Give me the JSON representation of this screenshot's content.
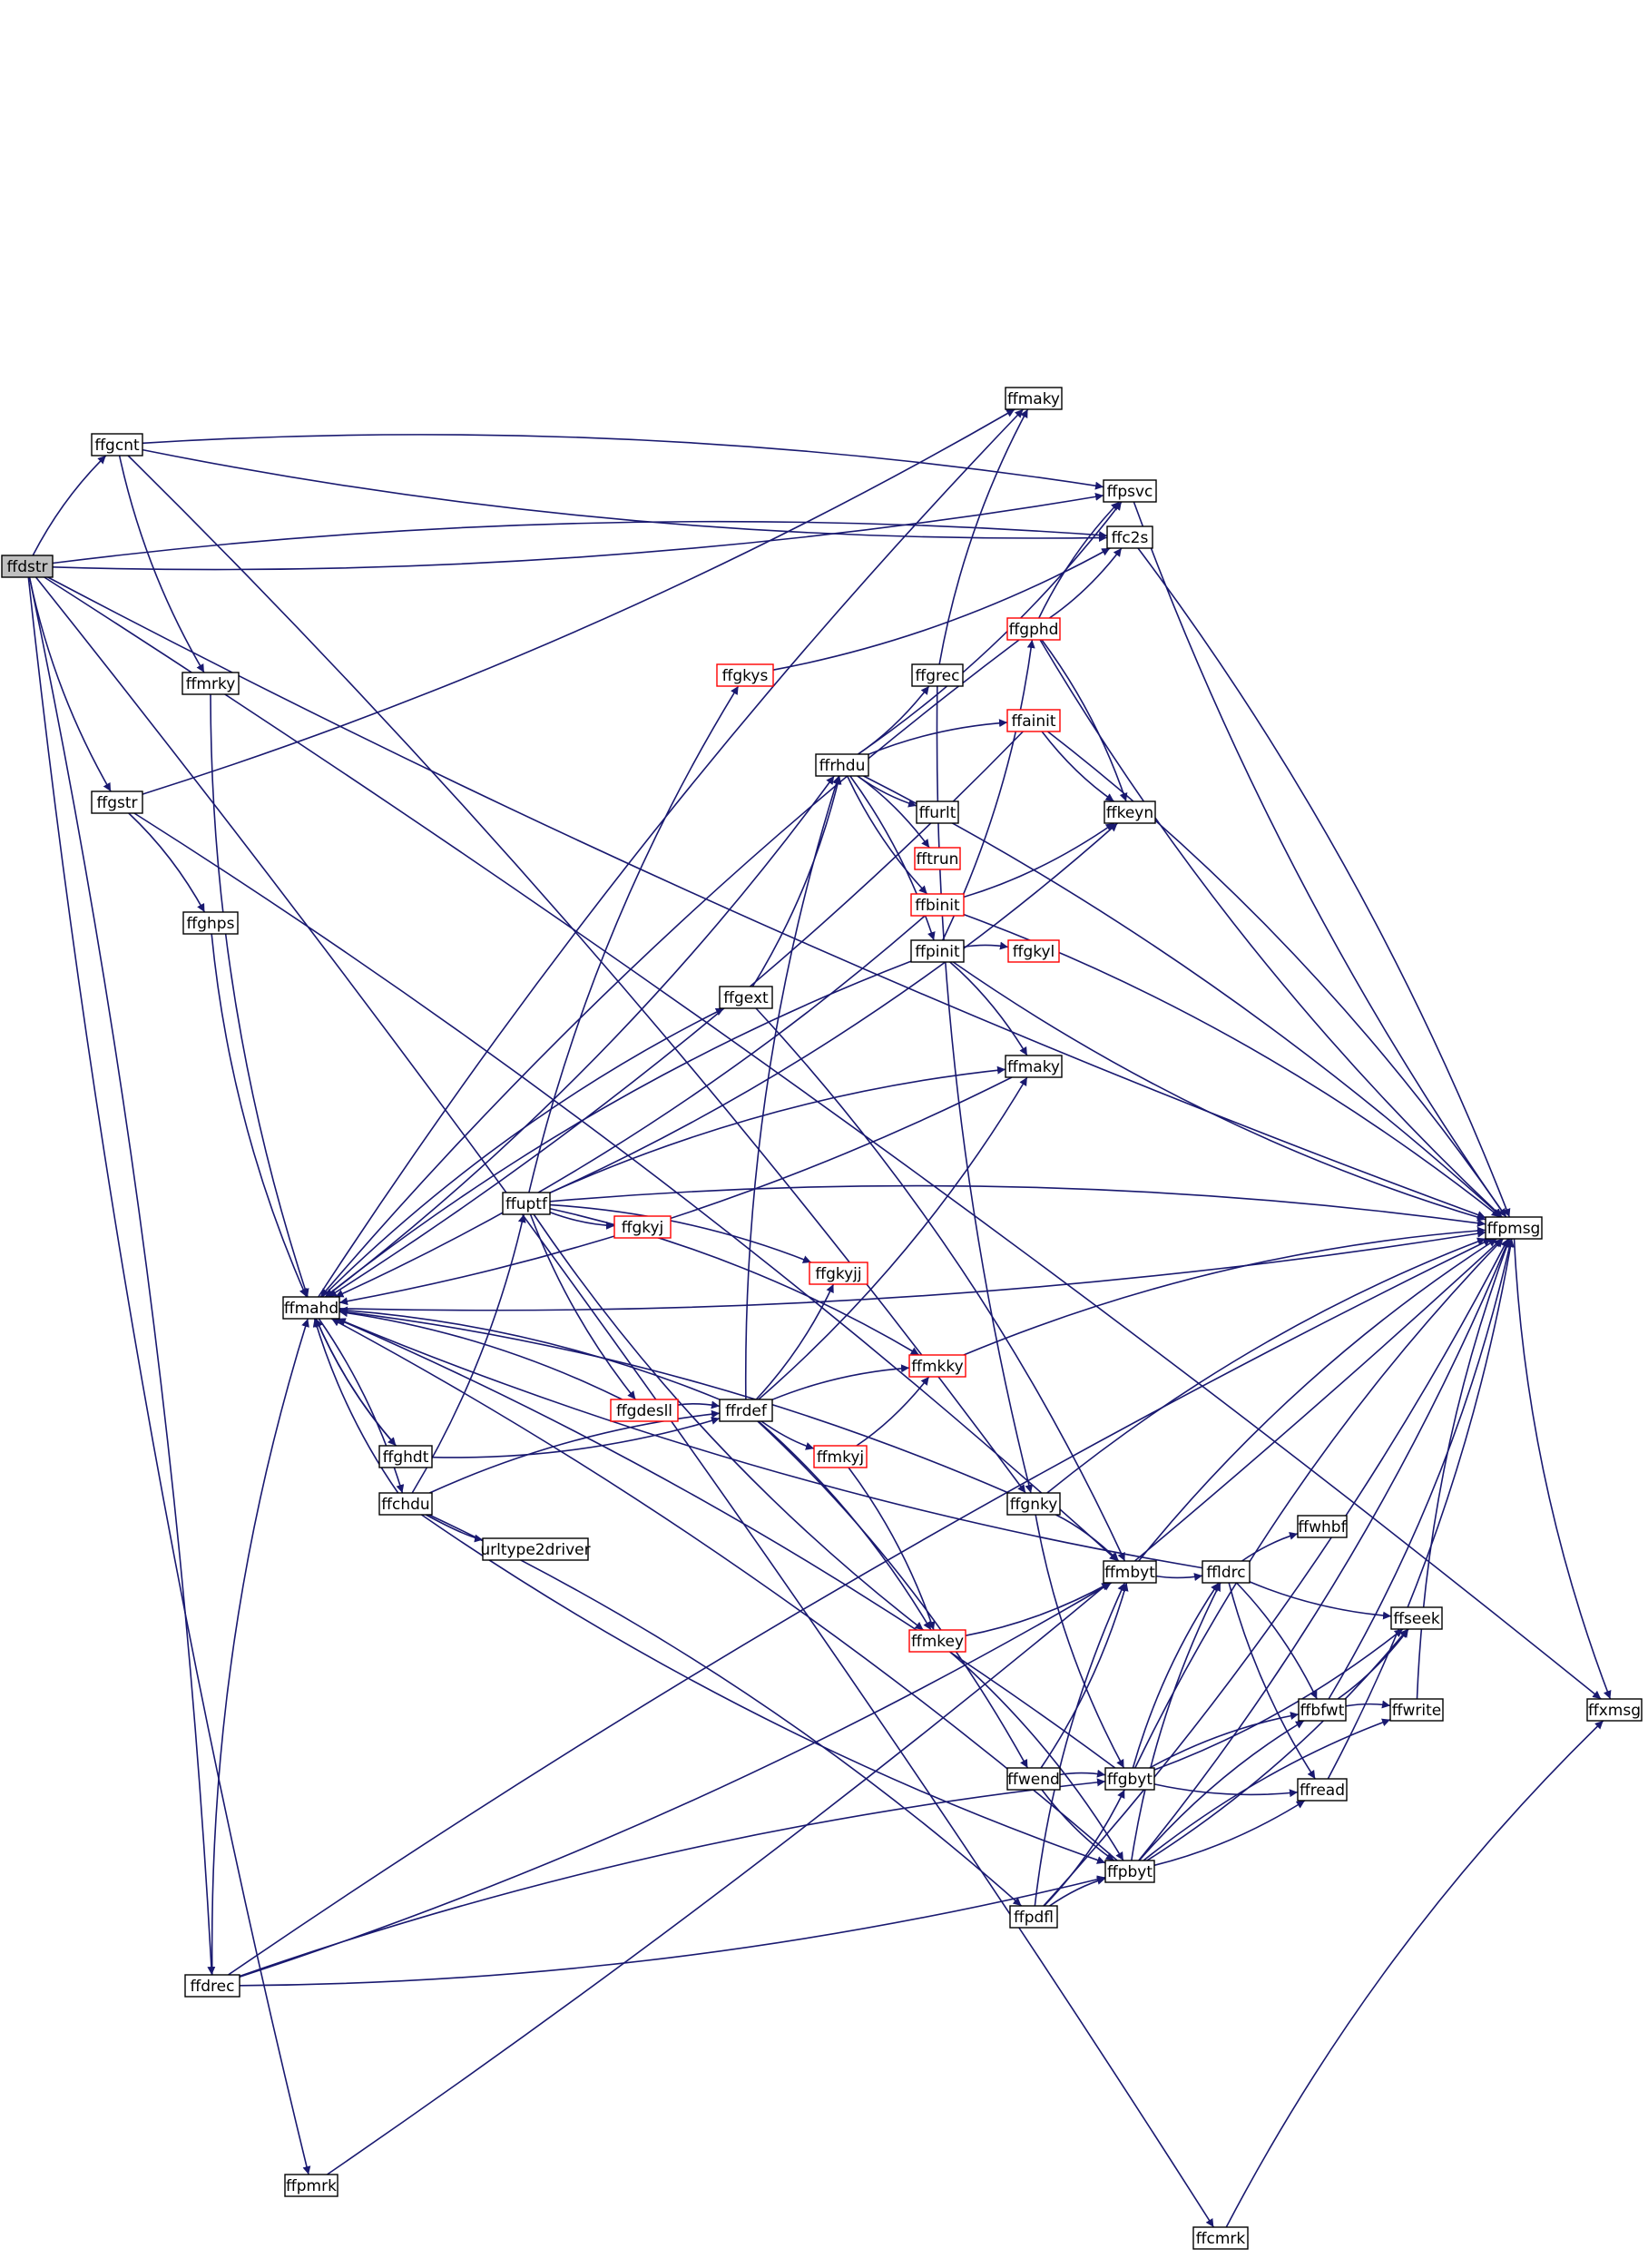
{
  "diagram": {
    "root": "ffdstr",
    "colors": {
      "edge": "#191970",
      "node_border_default": "#000000",
      "node_border_truncated": "#ff0000",
      "root_fill": "#bfbfbf",
      "node_fill": "#ffffff"
    },
    "nodes": [
      {
        "id": "ffdstr",
        "label": "ffdstr",
        "style": "root"
      },
      {
        "id": "ffgcnt",
        "label": "ffgcnt",
        "style": "normal"
      },
      {
        "id": "ffmrky",
        "label": "ffmrky",
        "style": "normal"
      },
      {
        "id": "ffgstr",
        "label": "ffgstr",
        "style": "normal"
      },
      {
        "id": "ffghps",
        "label": "ffghps",
        "style": "normal"
      },
      {
        "id": "ffmahd",
        "label": "ffmahd",
        "style": "normal"
      },
      {
        "id": "ffghdt",
        "label": "ffghdt",
        "style": "normal"
      },
      {
        "id": "ffchdu",
        "label": "ffchdu",
        "style": "normal"
      },
      {
        "id": "urltype2driver",
        "label": "urltype2driver",
        "style": "normal"
      },
      {
        "id": "ffdrec",
        "label": "ffdrec",
        "style": "normal"
      },
      {
        "id": "ffpmrk",
        "label": "ffpmrk",
        "style": "normal"
      },
      {
        "id": "ffcmrk",
        "label": "ffcmrk",
        "style": "normal"
      },
      {
        "id": "ffuptf",
        "label": "ffuptf",
        "style": "normal"
      },
      {
        "id": "ffgkyj",
        "label": "ffgkyj",
        "style": "truncated"
      },
      {
        "id": "ffgdesll",
        "label": "ffgdesll",
        "style": "truncated"
      },
      {
        "id": "ffrdef",
        "label": "ffrdef",
        "style": "normal"
      },
      {
        "id": "ffgext",
        "label": "ffgext",
        "style": "normal"
      },
      {
        "id": "ffrhdu",
        "label": "ffrhdu",
        "style": "normal"
      },
      {
        "id": "ffgkys",
        "label": "ffgkys",
        "style": "truncated"
      },
      {
        "id": "ffgrec",
        "label": "ffgrec",
        "style": "normal"
      },
      {
        "id": "ffurlt",
        "label": "ffurlt",
        "style": "normal"
      },
      {
        "id": "fftrun",
        "label": "fftrun",
        "style": "truncated"
      },
      {
        "id": "ffbinit",
        "label": "ffbinit",
        "style": "truncated"
      },
      {
        "id": "ffpinit",
        "label": "ffpinit",
        "style": "normal"
      },
      {
        "id": "ffgkyl",
        "label": "ffgkyl",
        "style": "truncated"
      },
      {
        "id": "ffgkyjj",
        "label": "ffgkyjj",
        "style": "truncated"
      },
      {
        "id": "ffmkky",
        "label": "ffmkky",
        "style": "truncated"
      },
      {
        "id": "ffmkyj",
        "label": "ffmkyj",
        "style": "truncated"
      },
      {
        "id": "ffmkey",
        "label": "ffmkey",
        "style": "truncated"
      },
      {
        "id": "ffgnky",
        "label": "ffgnky",
        "style": "normal"
      },
      {
        "id": "ffwend",
        "label": "ffwend",
        "style": "normal"
      },
      {
        "id": "ffpdfl",
        "label": "ffpdfl",
        "style": "normal"
      },
      {
        "id": "ffmaky_top",
        "label": "ffmaky",
        "style": "normal"
      },
      {
        "id": "ffmaky_mid",
        "label": "ffmaky",
        "style": "normal"
      },
      {
        "id": "ffgphd",
        "label": "ffgphd",
        "style": "truncated"
      },
      {
        "id": "ffainit",
        "label": "ffainit",
        "style": "truncated"
      },
      {
        "id": "ffpsvc",
        "label": "ffpsvc",
        "style": "normal"
      },
      {
        "id": "ffc2s",
        "label": "ffc2s",
        "style": "normal"
      },
      {
        "id": "ffkeyn",
        "label": "ffkeyn",
        "style": "normal"
      },
      {
        "id": "ffmbyt",
        "label": "ffmbyt",
        "style": "normal"
      },
      {
        "id": "ffgbyt",
        "label": "ffgbyt",
        "style": "normal"
      },
      {
        "id": "ffpbyt",
        "label": "ffpbyt",
        "style": "normal"
      },
      {
        "id": "ffldrc",
        "label": "ffldrc",
        "style": "normal"
      },
      {
        "id": "ffwhbf",
        "label": "ffwhbf",
        "style": "normal"
      },
      {
        "id": "ffseek",
        "label": "ffseek",
        "style": "normal"
      },
      {
        "id": "ffbfwt",
        "label": "ffbfwt",
        "style": "normal"
      },
      {
        "id": "ffwrite",
        "label": "ffwrite",
        "style": "normal"
      },
      {
        "id": "ffread",
        "label": "ffread",
        "style": "normal"
      },
      {
        "id": "ffpmsg",
        "label": "ffpmsg",
        "style": "normal"
      },
      {
        "id": "ffxmsg",
        "label": "ffxmsg",
        "style": "normal"
      }
    ],
    "edges": [
      [
        "ffdstr",
        "ffgcnt"
      ],
      [
        "ffdstr",
        "ffgstr"
      ],
      [
        "ffdstr",
        "ffdrec"
      ],
      [
        "ffdstr",
        "ffpmrk"
      ],
      [
        "ffdstr",
        "ffcmrk"
      ],
      [
        "ffdstr",
        "ffpsvc"
      ],
      [
        "ffdstr",
        "ffc2s"
      ],
      [
        "ffdstr",
        "ffpmsg"
      ],
      [
        "ffdstr",
        "ffxmsg"
      ],
      [
        "ffgcnt",
        "ffmrky"
      ],
      [
        "ffgcnt",
        "ffpsvc"
      ],
      [
        "ffgcnt",
        "ffc2s"
      ],
      [
        "ffgcnt",
        "ffgnky"
      ],
      [
        "ffmrky",
        "ffmahd"
      ],
      [
        "ffgstr",
        "ffghps"
      ],
      [
        "ffgstr",
        "ffmaky_top"
      ],
      [
        "ffgstr",
        "ffmbyt"
      ],
      [
        "ffghps",
        "ffmahd"
      ],
      [
        "ffmahd",
        "ffmaky_top"
      ],
      [
        "ffmahd",
        "ffrhdu"
      ],
      [
        "ffmahd",
        "ffgext"
      ],
      [
        "ffmahd",
        "ffghdt"
      ],
      [
        "ffmahd",
        "ffchdu"
      ],
      [
        "ffmahd",
        "ffpmsg"
      ],
      [
        "ffghdt",
        "ffmahd"
      ],
      [
        "ffghdt",
        "ffrdef"
      ],
      [
        "ffchdu",
        "ffmahd"
      ],
      [
        "ffchdu",
        "ffuptf"
      ],
      [
        "ffchdu",
        "ffrdef"
      ],
      [
        "ffchdu",
        "urltype2driver"
      ],
      [
        "ffchdu",
        "ffpdfl"
      ],
      [
        "ffchdu",
        "ffpbyt"
      ],
      [
        "ffuptf",
        "ffgkys"
      ],
      [
        "ffuptf",
        "ffgkyj"
      ],
      [
        "ffuptf",
        "ffgkyjj"
      ],
      [
        "ffuptf",
        "ffgdesll"
      ],
      [
        "ffuptf",
        "ffmkky"
      ],
      [
        "ffuptf",
        "ffmkey"
      ],
      [
        "ffuptf",
        "ffmaky_mid"
      ],
      [
        "ffuptf",
        "ffkeyn"
      ],
      [
        "ffuptf",
        "ffpmsg"
      ],
      [
        "ffgdesll",
        "ffmahd"
      ],
      [
        "ffgdesll",
        "ffrdef"
      ],
      [
        "ffrdef",
        "ffmahd"
      ],
      [
        "ffrdef",
        "ffrhdu"
      ],
      [
        "ffrdef",
        "ffgkyjj"
      ],
      [
        "ffrdef",
        "ffmkky"
      ],
      [
        "ffrdef",
        "ffmkyj"
      ],
      [
        "ffrdef",
        "ffmkey"
      ],
      [
        "ffrdef",
        "ffmaky_mid"
      ],
      [
        "ffrdef",
        "ffwend"
      ],
      [
        "ffgext",
        "ffrhdu"
      ],
      [
        "ffgext",
        "ffmbyt"
      ],
      [
        "ffrhdu",
        "ffgrec"
      ],
      [
        "ffrhdu",
        "ffainit"
      ],
      [
        "ffrhdu",
        "ffurlt"
      ],
      [
        "ffrhdu",
        "fftrun"
      ],
      [
        "ffrhdu",
        "ffbinit"
      ],
      [
        "ffrhdu",
        "ffpinit"
      ],
      [
        "ffrhdu",
        "ffpsvc"
      ],
      [
        "ffrhdu",
        "ffpmsg"
      ],
      [
        "ffgkys",
        "ffc2s"
      ],
      [
        "ffgrec",
        "ffmaky_top"
      ],
      [
        "ffgrec",
        "ffgnky"
      ],
      [
        "ffbinit",
        "ffmahd"
      ],
      [
        "ffbinit",
        "ffkeyn"
      ],
      [
        "ffbinit",
        "ffpmsg"
      ],
      [
        "ffpinit",
        "ffmahd"
      ],
      [
        "ffpinit",
        "ffgkyl"
      ],
      [
        "ffpinit",
        "ffgphd"
      ],
      [
        "ffpinit",
        "ffmaky_mid"
      ],
      [
        "ffpinit",
        "ffpmsg"
      ],
      [
        "ffmkky",
        "ffpmsg"
      ],
      [
        "ffmkyj",
        "ffmkky"
      ],
      [
        "ffmkyj",
        "ffmkey"
      ],
      [
        "ffmkey",
        "ffmbyt"
      ],
      [
        "ffmkey",
        "ffpbyt"
      ],
      [
        "ffgnky",
        "ffmahd"
      ],
      [
        "ffgnky",
        "ffmbyt"
      ],
      [
        "ffgnky",
        "ffgbyt"
      ],
      [
        "ffgnky",
        "ffpmsg"
      ],
      [
        "ffwend",
        "ffmbyt"
      ],
      [
        "ffwend",
        "ffgbyt"
      ],
      [
        "ffwend",
        "ffpbyt"
      ],
      [
        "ffpdfl",
        "ffmbyt"
      ],
      [
        "ffpdfl",
        "ffgbyt"
      ],
      [
        "ffpdfl",
        "ffpbyt"
      ],
      [
        "ffpdfl",
        "ffpmsg"
      ],
      [
        "ffmaky_mid",
        "ffmahd"
      ],
      [
        "ffgphd",
        "ffmahd"
      ],
      [
        "ffgphd",
        "ffpsvc"
      ],
      [
        "ffgphd",
        "ffc2s"
      ],
      [
        "ffgphd",
        "ffkeyn"
      ],
      [
        "ffgphd",
        "ffpmsg"
      ],
      [
        "ffainit",
        "ffmahd"
      ],
      [
        "ffainit",
        "ffkeyn"
      ],
      [
        "ffainit",
        "ffpmsg"
      ],
      [
        "ffpsvc",
        "ffpmsg"
      ],
      [
        "ffc2s",
        "ffpmsg"
      ],
      [
        "ffmbyt",
        "ffldrc"
      ],
      [
        "ffmbyt",
        "ffpmsg"
      ],
      [
        "ffgbyt",
        "ffmahd"
      ],
      [
        "ffgbyt",
        "ffldrc"
      ],
      [
        "ffgbyt",
        "ffseek"
      ],
      [
        "ffgbyt",
        "ffbfwt"
      ],
      [
        "ffgbyt",
        "ffread"
      ],
      [
        "ffgbyt",
        "ffpmsg"
      ],
      [
        "ffpbyt",
        "ffmahd"
      ],
      [
        "ffpbyt",
        "ffldrc"
      ],
      [
        "ffpbyt",
        "ffseek"
      ],
      [
        "ffpbyt",
        "ffbfwt"
      ],
      [
        "ffpbyt",
        "ffread"
      ],
      [
        "ffpbyt",
        "ffwrite"
      ],
      [
        "ffpbyt",
        "ffpmsg"
      ],
      [
        "ffldrc",
        "ffwhbf"
      ],
      [
        "ffldrc",
        "ffseek"
      ],
      [
        "ffldrc",
        "ffbfwt"
      ],
      [
        "ffldrc",
        "ffread"
      ],
      [
        "ffldrc",
        "ffmahd"
      ],
      [
        "ffbfwt",
        "ffseek"
      ],
      [
        "ffbfwt",
        "ffwrite"
      ],
      [
        "ffbfwt",
        "ffpmsg"
      ],
      [
        "ffwrite",
        "ffpmsg"
      ],
      [
        "ffread",
        "ffpmsg"
      ],
      [
        "ffdrec",
        "ffmahd"
      ],
      [
        "ffdrec",
        "ffmbyt"
      ],
      [
        "ffdrec",
        "ffgbyt"
      ],
      [
        "ffdrec",
        "ffpbyt"
      ],
      [
        "ffdrec",
        "ffpmsg"
      ],
      [
        "ffpmrk",
        "ffpmsg"
      ],
      [
        "ffcmrk",
        "ffxmsg"
      ],
      [
        "ffpmsg",
        "ffxmsg"
      ]
    ]
  }
}
